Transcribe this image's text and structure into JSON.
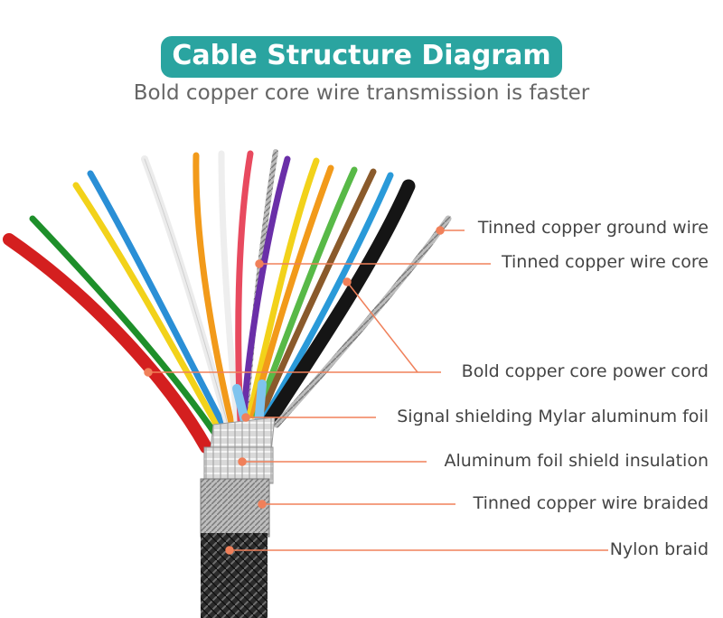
{
  "title": "Cable Structure Diagram",
  "subtitle": "Bold copper core wire transmission is faster",
  "labels": [
    "Tinned copper ground wire",
    "Tinned copper wire core",
    "Bold copper core power cord",
    "Signal shielding Mylar aluminum foil",
    "Aluminum foil shield insulation",
    "Tinned copper wire braided",
    "Nylon braid"
  ],
  "colors": {
    "title_badge": "#2aa4a0",
    "leader_line": "#f0805a",
    "label_text": "#444444",
    "subtitle_text": "#666666"
  }
}
